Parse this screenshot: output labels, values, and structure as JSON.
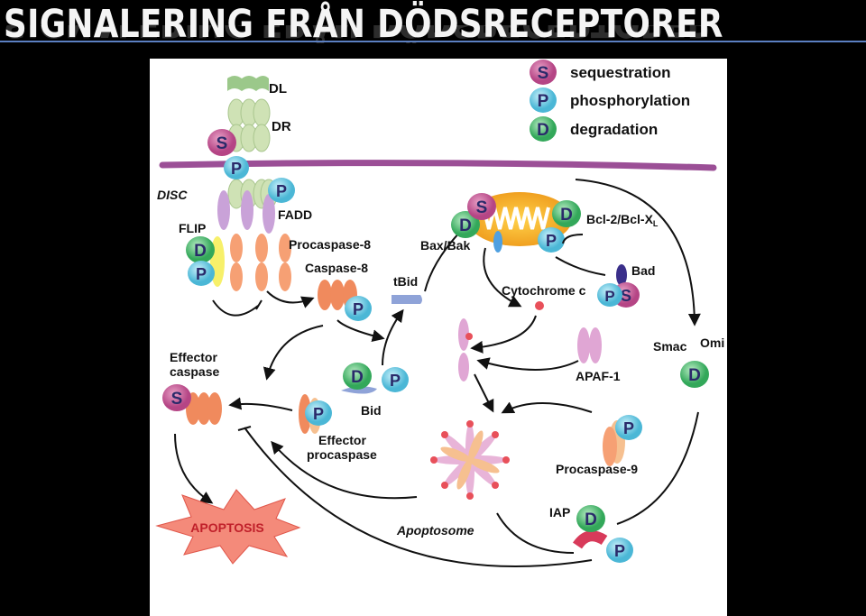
{
  "slide": {
    "title": "SIGNALERING FRÅN DÖDSRECEPTORER"
  },
  "colors": {
    "background": "#000000",
    "title": "#f4f4f4",
    "title_rule": "#5b7fc1",
    "membrane": "#9b4f96",
    "sequestration": "#c0508e",
    "phosphorylation": "#5ec6e2",
    "degradation": "#4cbf6b",
    "receptor": "#cfe2b5",
    "caspase": "#f08a5d",
    "fadd": "#c9a2d8"
  },
  "legend": {
    "items": [
      {
        "badge": "S",
        "label": "sequestration",
        "color": "sequestration"
      },
      {
        "badge": "P",
        "label": "phosphorylation",
        "color": "phosphorylation"
      },
      {
        "badge": "D",
        "label": "degradation",
        "color": "degradation"
      }
    ]
  },
  "labels": {
    "dl": "DL",
    "dr": "DR",
    "disc": "DISC",
    "fadd": "FADD",
    "flip": "FLIP",
    "procaspase8": "Procaspase-8",
    "caspase8": "Caspase-8",
    "tbid": "tBid",
    "bid": "Bid",
    "baxbak": "Bax/Bak",
    "bcl2": "Bcl-2/Bcl-X",
    "bcl2_sub": "L",
    "bad": "Bad",
    "cytochrome": "Cytochrome c",
    "smac": "Smac",
    "omi": "Omi",
    "apaf1": "APAF-1",
    "effector_caspase_1": "Effector",
    "effector_caspase_2": "caspase",
    "effector_procaspase_1": "Effector",
    "effector_procaspase_2": "procaspase",
    "procaspase9": "Procaspase-9",
    "iap": "IAP",
    "apoptosome": "Apoptosome",
    "apoptosis": "APOPTOSIS"
  },
  "badges": {
    "s": "S",
    "p": "P",
    "d": "D"
  }
}
